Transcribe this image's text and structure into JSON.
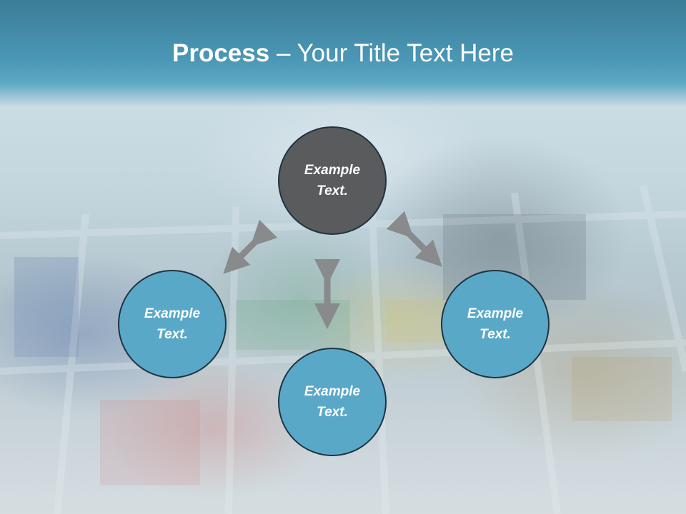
{
  "title": {
    "bold": "Process",
    "rest": " – Your Title Text Here"
  },
  "diagram": {
    "top": {
      "line1": "Example",
      "line2": "Text."
    },
    "left": {
      "line1": "Example",
      "line2": "Text."
    },
    "right": {
      "line1": "Example",
      "line2": "Text."
    },
    "bottom": {
      "line1": "Example",
      "line2": "Text."
    }
  },
  "colors": {
    "title_bar": "#4a97b5",
    "center_circle": "#5a5b5c",
    "outer_circles": "#5aa8c8",
    "arrows": "#888a8c"
  }
}
